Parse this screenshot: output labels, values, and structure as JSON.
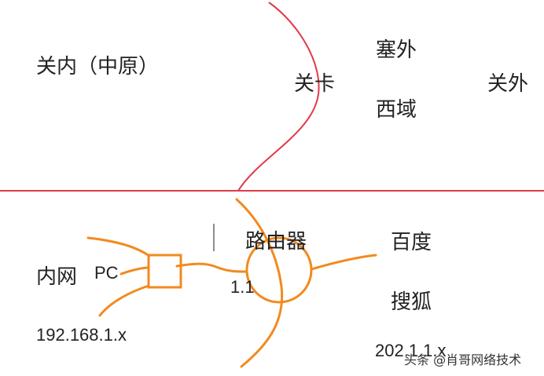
{
  "top": {
    "guannei": "关内（中原）",
    "guanka": "关卡",
    "saiwai": "塞外",
    "xiyu": "西域",
    "guanwai": "关外"
  },
  "bottom": {
    "neiwang": "内网",
    "pc": "PC",
    "lan_ip": "192.168.1.x",
    "router": "路由器",
    "gateway": "1.1",
    "baidu": "百度",
    "sohu": "搜狐",
    "wan_ip": "202.1.1.x"
  },
  "watermark": "头条 @肖哥网络技术",
  "colors": {
    "divider": "#e03a4a",
    "pen": "#f28a1e",
    "text": "#222222"
  }
}
